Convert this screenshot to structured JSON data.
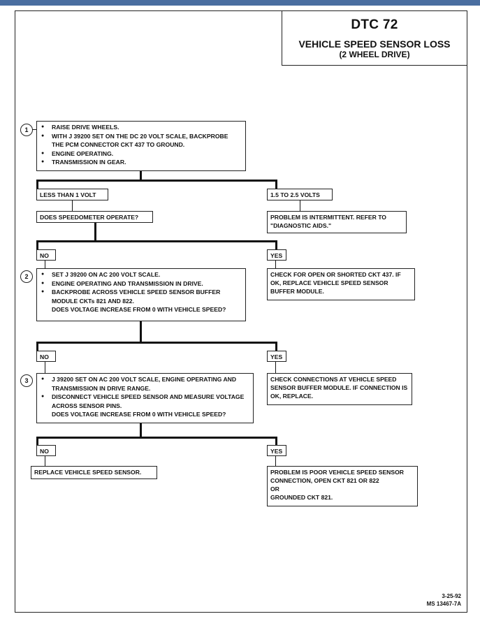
{
  "header": {
    "code": "DTC 72",
    "title": "VEHICLE SPEED SENSOR LOSS",
    "subtitle": "(2 WHEEL DRIVE)"
  },
  "step1": {
    "number": "1",
    "bullets": [
      "RAISE DRIVE WHEELS.",
      "WITH J 39200 SET ON THE DC 20 VOLT SCALE, BACKPROBE THE PCM CONNECTOR CKT 437 TO GROUND.",
      "ENGINE OPERATING.",
      "TRANSMISSION IN GEAR."
    ],
    "left_result": "LESS THAN 1 VOLT",
    "right_result": "1.5 TO 2.5 VOLTS",
    "left_action": "DOES SPEEDOMETER OPERATE?",
    "right_action": "PROBLEM IS INTERMITTENT.  REFER TO \"DIAGNOSTIC AIDS.\""
  },
  "branch1": {
    "no": "NO",
    "yes": "YES"
  },
  "step2": {
    "number": "2",
    "bullets": [
      "SET J 39200 ON AC 200 VOLT SCALE.",
      "ENGINE OPERATING AND TRANSMISSION IN DRIVE.",
      "BACKPROBE ACROSS VEHICLE SPEED SENSOR BUFFER MODULE CKTs 821 AND 822."
    ],
    "question": "DOES VOLTAGE INCREASE FROM 0 WITH VEHICLE SPEED?",
    "yes_action": "CHECK FOR OPEN OR SHORTED CKT 437. IF OK, REPLACE VEHICLE SPEED SENSOR BUFFER MODULE."
  },
  "branch2": {
    "no": "NO",
    "yes": "YES"
  },
  "step3": {
    "number": "3",
    "bullets": [
      "J 39200 SET ON AC 200 VOLT SCALE, ENGINE OPERATING AND TRANSMISSION IN DRIVE RANGE.",
      "DISCONNECT VEHICLE SPEED SENSOR AND MEASURE VOLTAGE ACROSS SENSOR PINS."
    ],
    "question": "DOES VOLTAGE INCREASE FROM 0 WITH VEHICLE SPEED?",
    "yes_action": "CHECK CONNECTIONS AT VEHICLE SPEED SENSOR BUFFER MODULE. IF CONNECTION IS OK, REPLACE."
  },
  "branch3": {
    "no": "NO",
    "yes": "YES"
  },
  "final": {
    "no_action": "REPLACE VEHICLE SPEED SENSOR.",
    "yes_line1": "PROBLEM IS POOR VEHICLE SPEED SENSOR CONNECTION, OPEN CKT 821 OR 822",
    "yes_line2": "OR",
    "yes_line3": "GROUNDED CKT 821."
  },
  "footer": {
    "date": "3-25-92",
    "ref": "MS 13467-7A"
  },
  "colors": {
    "top_bar": "#4a6ea0",
    "ink": "#111111"
  }
}
